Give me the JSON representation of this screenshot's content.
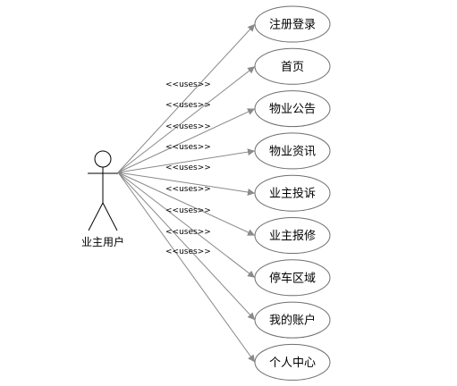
{
  "actor": {
    "label": "业主用户"
  },
  "relation_label": "<<uses>>",
  "use_cases": [
    {
      "label": "注册登录"
    },
    {
      "label": "首页"
    },
    {
      "label": "物业公告"
    },
    {
      "label": "物业资讯"
    },
    {
      "label": "业主投诉"
    },
    {
      "label": "业主报修"
    },
    {
      "label": "停车区域"
    },
    {
      "label": "我的账户"
    },
    {
      "label": "个人中心"
    }
  ],
  "colors": {
    "line": "#8a8a8a",
    "ellipse_stroke": "#6f6f6f",
    "text": "#000000"
  }
}
